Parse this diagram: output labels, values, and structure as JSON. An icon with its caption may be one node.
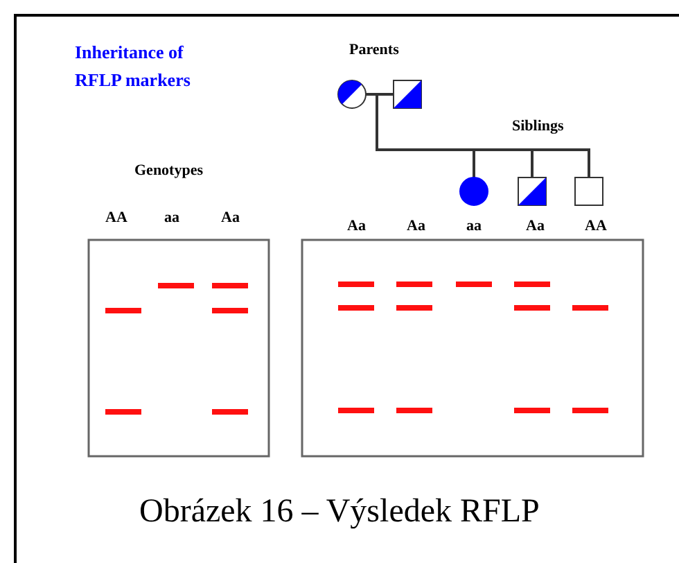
{
  "diagram": {
    "title": "Inheritance of RFLP markers",
    "caption": "Obrázek 16 – Výsledek RFLP",
    "nodes": [
      {
        "text": [],
        "shape": "circle"
      },
      {
        "text": [],
        "shape": "box"
      },
      {
        "text": [],
        "shape": "circle"
      },
      {
        "text": [],
        "shape": "box"
      },
      {
        "text": [],
        "shape": "box"
      }
    ],
    "edges": [
      {
        "from": 0,
        "to": 1,
        "arrow": "none"
      },
      {
        "from": 0,
        "to": 2,
        "arrow": "none"
      },
      {
        "from": 0,
        "to": 3,
        "arrow": "none"
      },
      {
        "from": 0,
        "to": 4,
        "arrow": "none"
      }
    ],
    "labels": [
      "Parents",
      "Siblings",
      "Genotypes",
      "AA",
      "aa",
      "Aa",
      "Aa",
      "Aa",
      "aa",
      "Aa",
      "AA"
    ]
  }
}
